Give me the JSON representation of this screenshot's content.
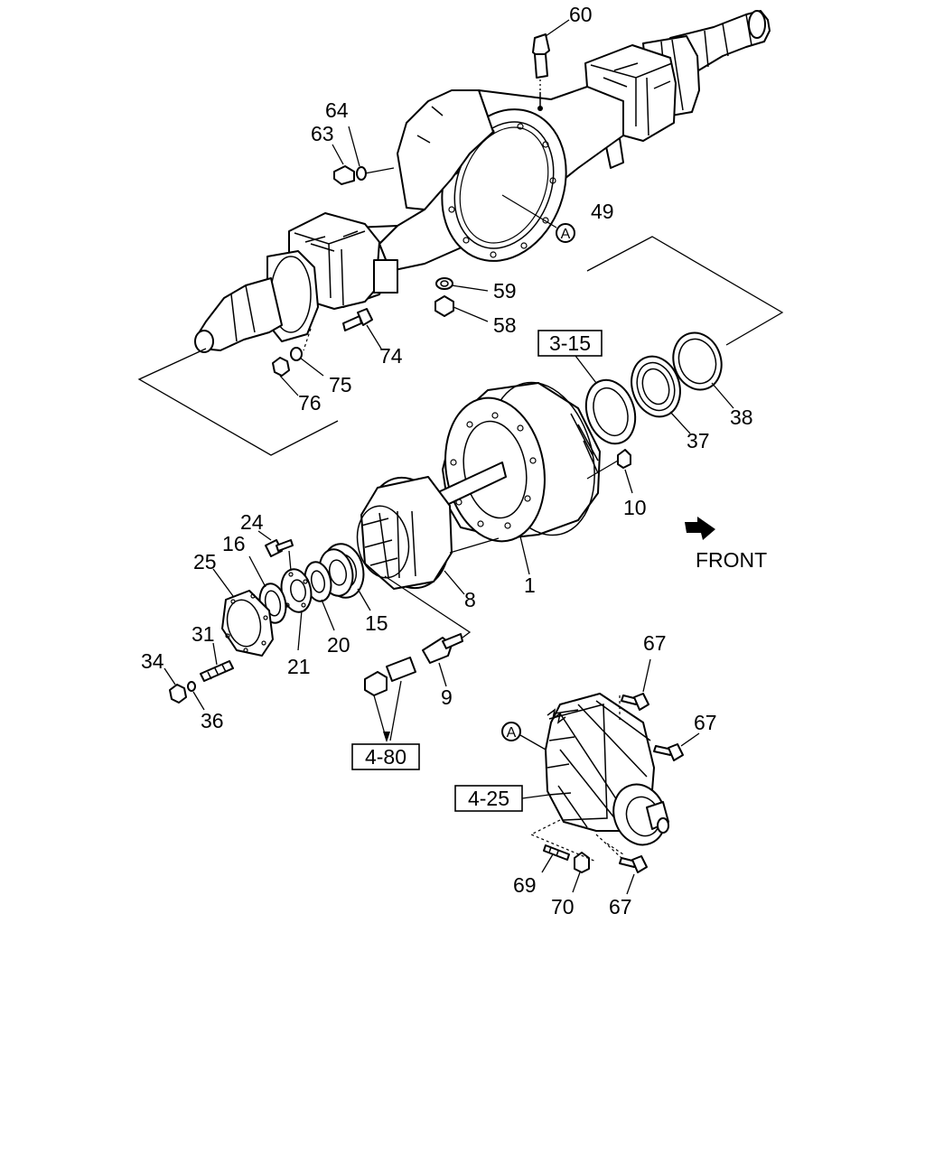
{
  "callouts": {
    "p60": "60",
    "p64": "64",
    "p63": "63",
    "p49": "49",
    "p59": "59",
    "p58": "58",
    "p74": "74",
    "p75": "75",
    "p76": "76",
    "p37": "37",
    "p38": "38",
    "p10": "10",
    "p1": "1",
    "p8": "8",
    "p15": "15",
    "p20": "20",
    "p21": "21",
    "p16": "16",
    "p24": "24",
    "p25": "25",
    "p31": "31",
    "p34": "34",
    "p36": "36",
    "p9": "9",
    "p67a": "67",
    "p67b": "67",
    "p67c": "67",
    "p69": "69",
    "p70": "70"
  },
  "refs": {
    "r3_15": "3-15",
    "r4_80": "4-80",
    "r4_25": "4-25"
  },
  "markers": {
    "a_housing": "A",
    "a_diff": "A"
  },
  "direction": {
    "label": "FRONT",
    "icon": "arrow-icon"
  },
  "colors": {
    "ink": "#000000",
    "paper": "#ffffff"
  }
}
